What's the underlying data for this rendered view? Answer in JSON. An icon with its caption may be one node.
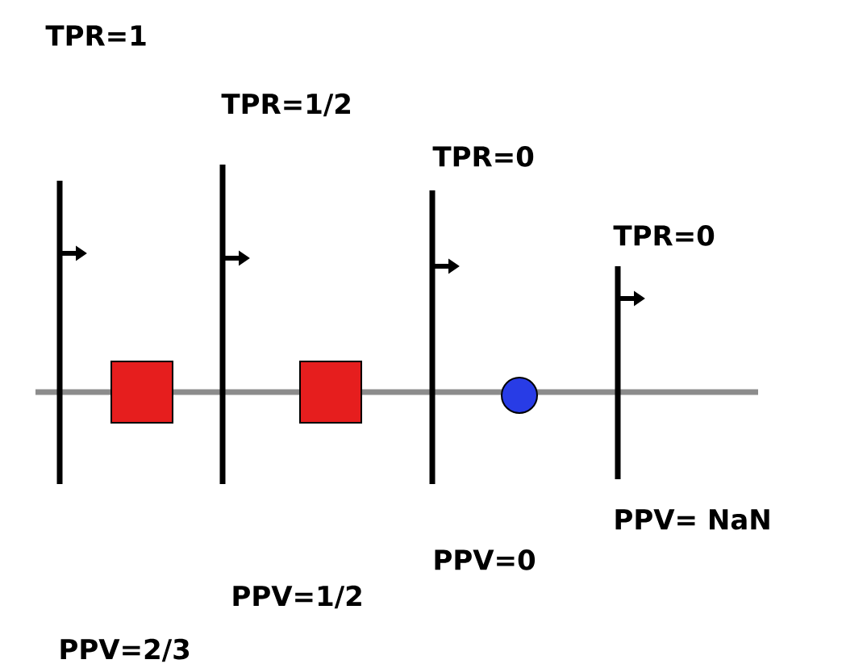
{
  "diagram": {
    "labels": [
      "TPR=1",
      "TPR=1/2",
      "TPR=0",
      "TPR=0",
      "PPV= NaN",
      "PPV=0",
      "PPV=1/2",
      "PPV=2/3"
    ]
  }
}
